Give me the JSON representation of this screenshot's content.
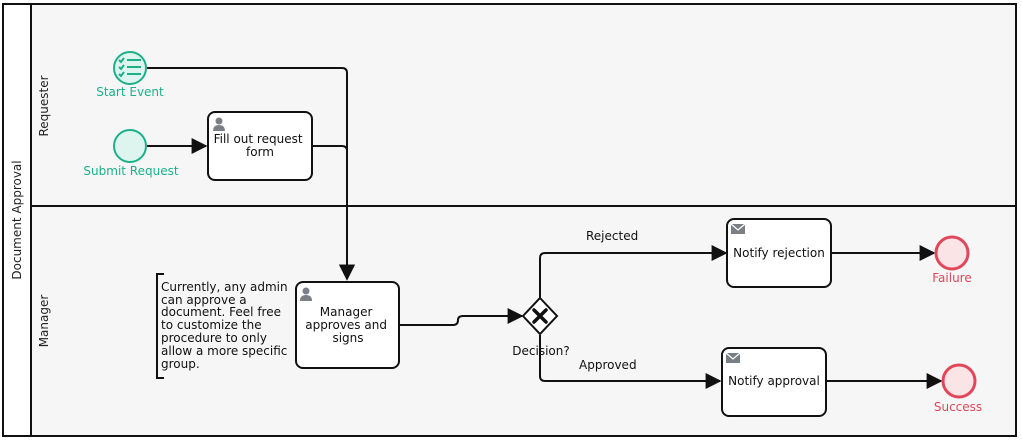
{
  "diagram": {
    "pool": {
      "label": "Document Approval"
    },
    "lanes": [
      {
        "id": "requester",
        "label": "Requester"
      },
      {
        "id": "manager",
        "label": "Manager"
      }
    ],
    "events": {
      "start_event": {
        "label": "Start Event",
        "icon": "checklist-icon"
      },
      "submit_request": {
        "label": "Submit Request"
      },
      "failure": {
        "label": "Failure"
      },
      "success": {
        "label": "Success"
      }
    },
    "tasks": {
      "fill_form": {
        "lines": [
          "Fill out request",
          "form"
        ],
        "icon": "user-icon"
      },
      "manager_approves": {
        "lines": [
          "Manager",
          "approves and",
          "signs"
        ],
        "icon": "user-icon"
      },
      "notify_rejection": {
        "lines": [
          "Notify rejection"
        ],
        "icon": "envelope-icon"
      },
      "notify_approval": {
        "lines": [
          "Notify approval"
        ],
        "icon": "envelope-icon"
      }
    },
    "gateway": {
      "label": "Decision?",
      "icon": "exclusive-gateway-icon"
    },
    "flows": {
      "rejected": "Rejected",
      "approved": "Approved"
    },
    "annotation": {
      "lines": [
        "Currently, any admin",
        "can approve a",
        "document. Feel free",
        "to customize the",
        "procedure to only",
        "allow a more specific",
        "group."
      ]
    },
    "colors": {
      "start": "#1bb08a",
      "end": "#e0475b",
      "end_fill": "#fbe4e6",
      "lane_bg": "#f6f6f6",
      "stroke": "#111111",
      "icon": "#7a7f85"
    }
  }
}
